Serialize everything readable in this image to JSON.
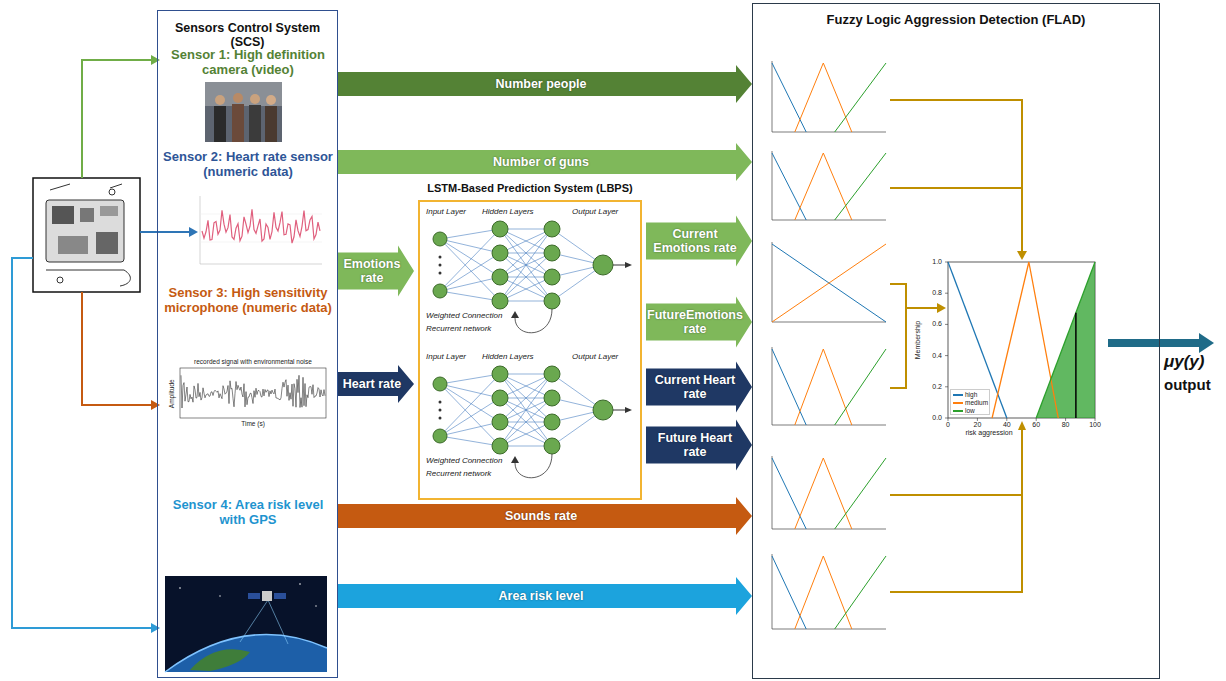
{
  "diagram": {
    "nodes": [
      {
        "text": [
          "Sensors Control System (SCS)"
        ]
      },
      {
        "text": [
          "LSTM-Based Prediction System (LBPS)"
        ]
      },
      {
        "text": [
          "Fuzzy Logic Aggression Detection (FLAD)"
        ]
      }
    ],
    "edges": [
      {
        "from": 0,
        "to": 2,
        "label": "Number people",
        "arrow": "to"
      },
      {
        "from": 0,
        "to": 2,
        "label": "Number of guns",
        "arrow": "to"
      },
      {
        "from": 0,
        "to": 1,
        "label": "Emotions rate",
        "arrow": "to"
      },
      {
        "from": 0,
        "to": 1,
        "label": "Heart rate",
        "arrow": "to"
      },
      {
        "from": 1,
        "to": 2,
        "label": "Current Emotions rate",
        "arrow": "to"
      },
      {
        "from": 1,
        "to": 2,
        "label": "FutureEmotions rate",
        "arrow": "to"
      },
      {
        "from": 1,
        "to": 2,
        "label": "Current Heart rate",
        "arrow": "to"
      },
      {
        "from": 1,
        "to": 2,
        "label": "Future Heart rate",
        "arrow": "to"
      },
      {
        "from": 0,
        "to": 2,
        "label": "Sounds rate",
        "arrow": "to"
      },
      {
        "from": 0,
        "to": 2,
        "label": "Area risk level",
        "arrow": "to"
      }
    ],
    "labels": [
      "Sensor 1: High definition camera (video)",
      "Sensor 2: Heart rate sensor (numeric data)",
      "Sensor 3: High sensitivity microphone (numeric data)",
      "Sensor 4: Area risk level with GPS",
      "recorded signal with environmental noise",
      "Time (s)",
      "Amplitude",
      "Input Layer",
      "Hidden Layers",
      "Output Layer",
      "Weighted Connection",
      "Recurrent network",
      "Input Layer",
      "Hidden Layers",
      "Output Layer",
      "Weighted Connection",
      "Recurrent network",
      "μy(y)",
      "output",
      "risk aggression",
      "Membership",
      "0",
      "20",
      "40",
      "60",
      "80",
      "100",
      "0.0",
      "0.2",
      "0.4",
      "0.6",
      "0.8",
      "1.0"
    ],
    "legend": [
      {
        "text": "high",
        "color": "#1f77b4"
      },
      {
        "text": "medium",
        "color": "#ff7f0e"
      },
      {
        "text": "low",
        "color": "#2ca02c"
      }
    ]
  }
}
